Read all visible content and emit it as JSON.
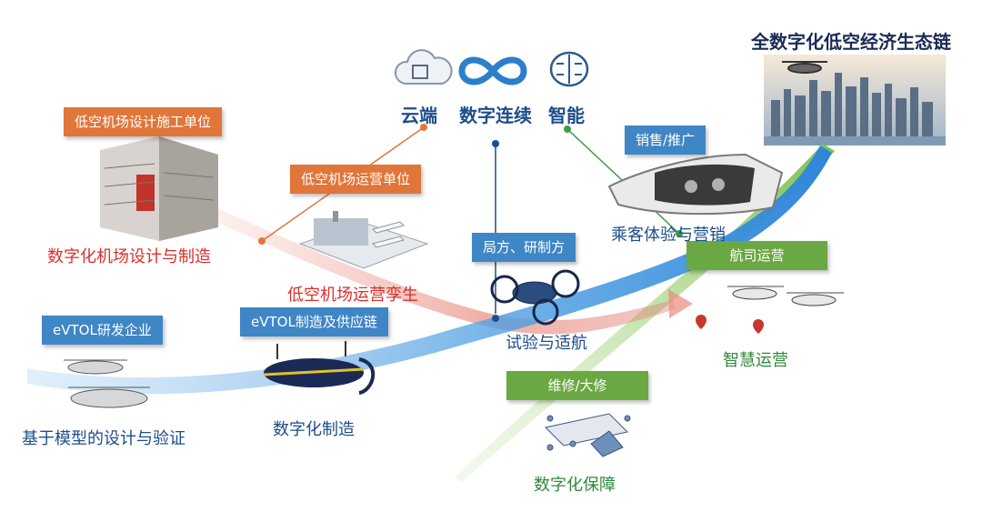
{
  "headline": "全数字化低空经济生态链",
  "top_pillars": {
    "cloud": "云端",
    "continuous": "数字连续",
    "smart": "智能"
  },
  "tags": {
    "airport_design_unit": "低空机场设计施工单位",
    "airport_ops_unit": "低空机场运营单位",
    "sales": "销售/推广",
    "authority": "局方、研制方",
    "airline_ops": "航司运营",
    "evtol_dev": "eVTOL研发企业",
    "evtol_mfg": "eVTOL制造及供应链",
    "mro": "维修/大修"
  },
  "captions": {
    "airport_design": "数字化机场设计与制造",
    "airport_twin": "低空机场运营孪生",
    "passenger": "乘客体验与营销",
    "test": "试验与适航",
    "smart_ops": "智慧运营",
    "model_design": "基于模型的设计与验证",
    "digital_mfg": "数字化制造",
    "digital_support": "数字化保障"
  },
  "colors": {
    "orange": "#e0763a",
    "blue": "#3f86c6",
    "green": "#6aa843",
    "red": "#d9302b",
    "navy": "#1c4d8c"
  }
}
